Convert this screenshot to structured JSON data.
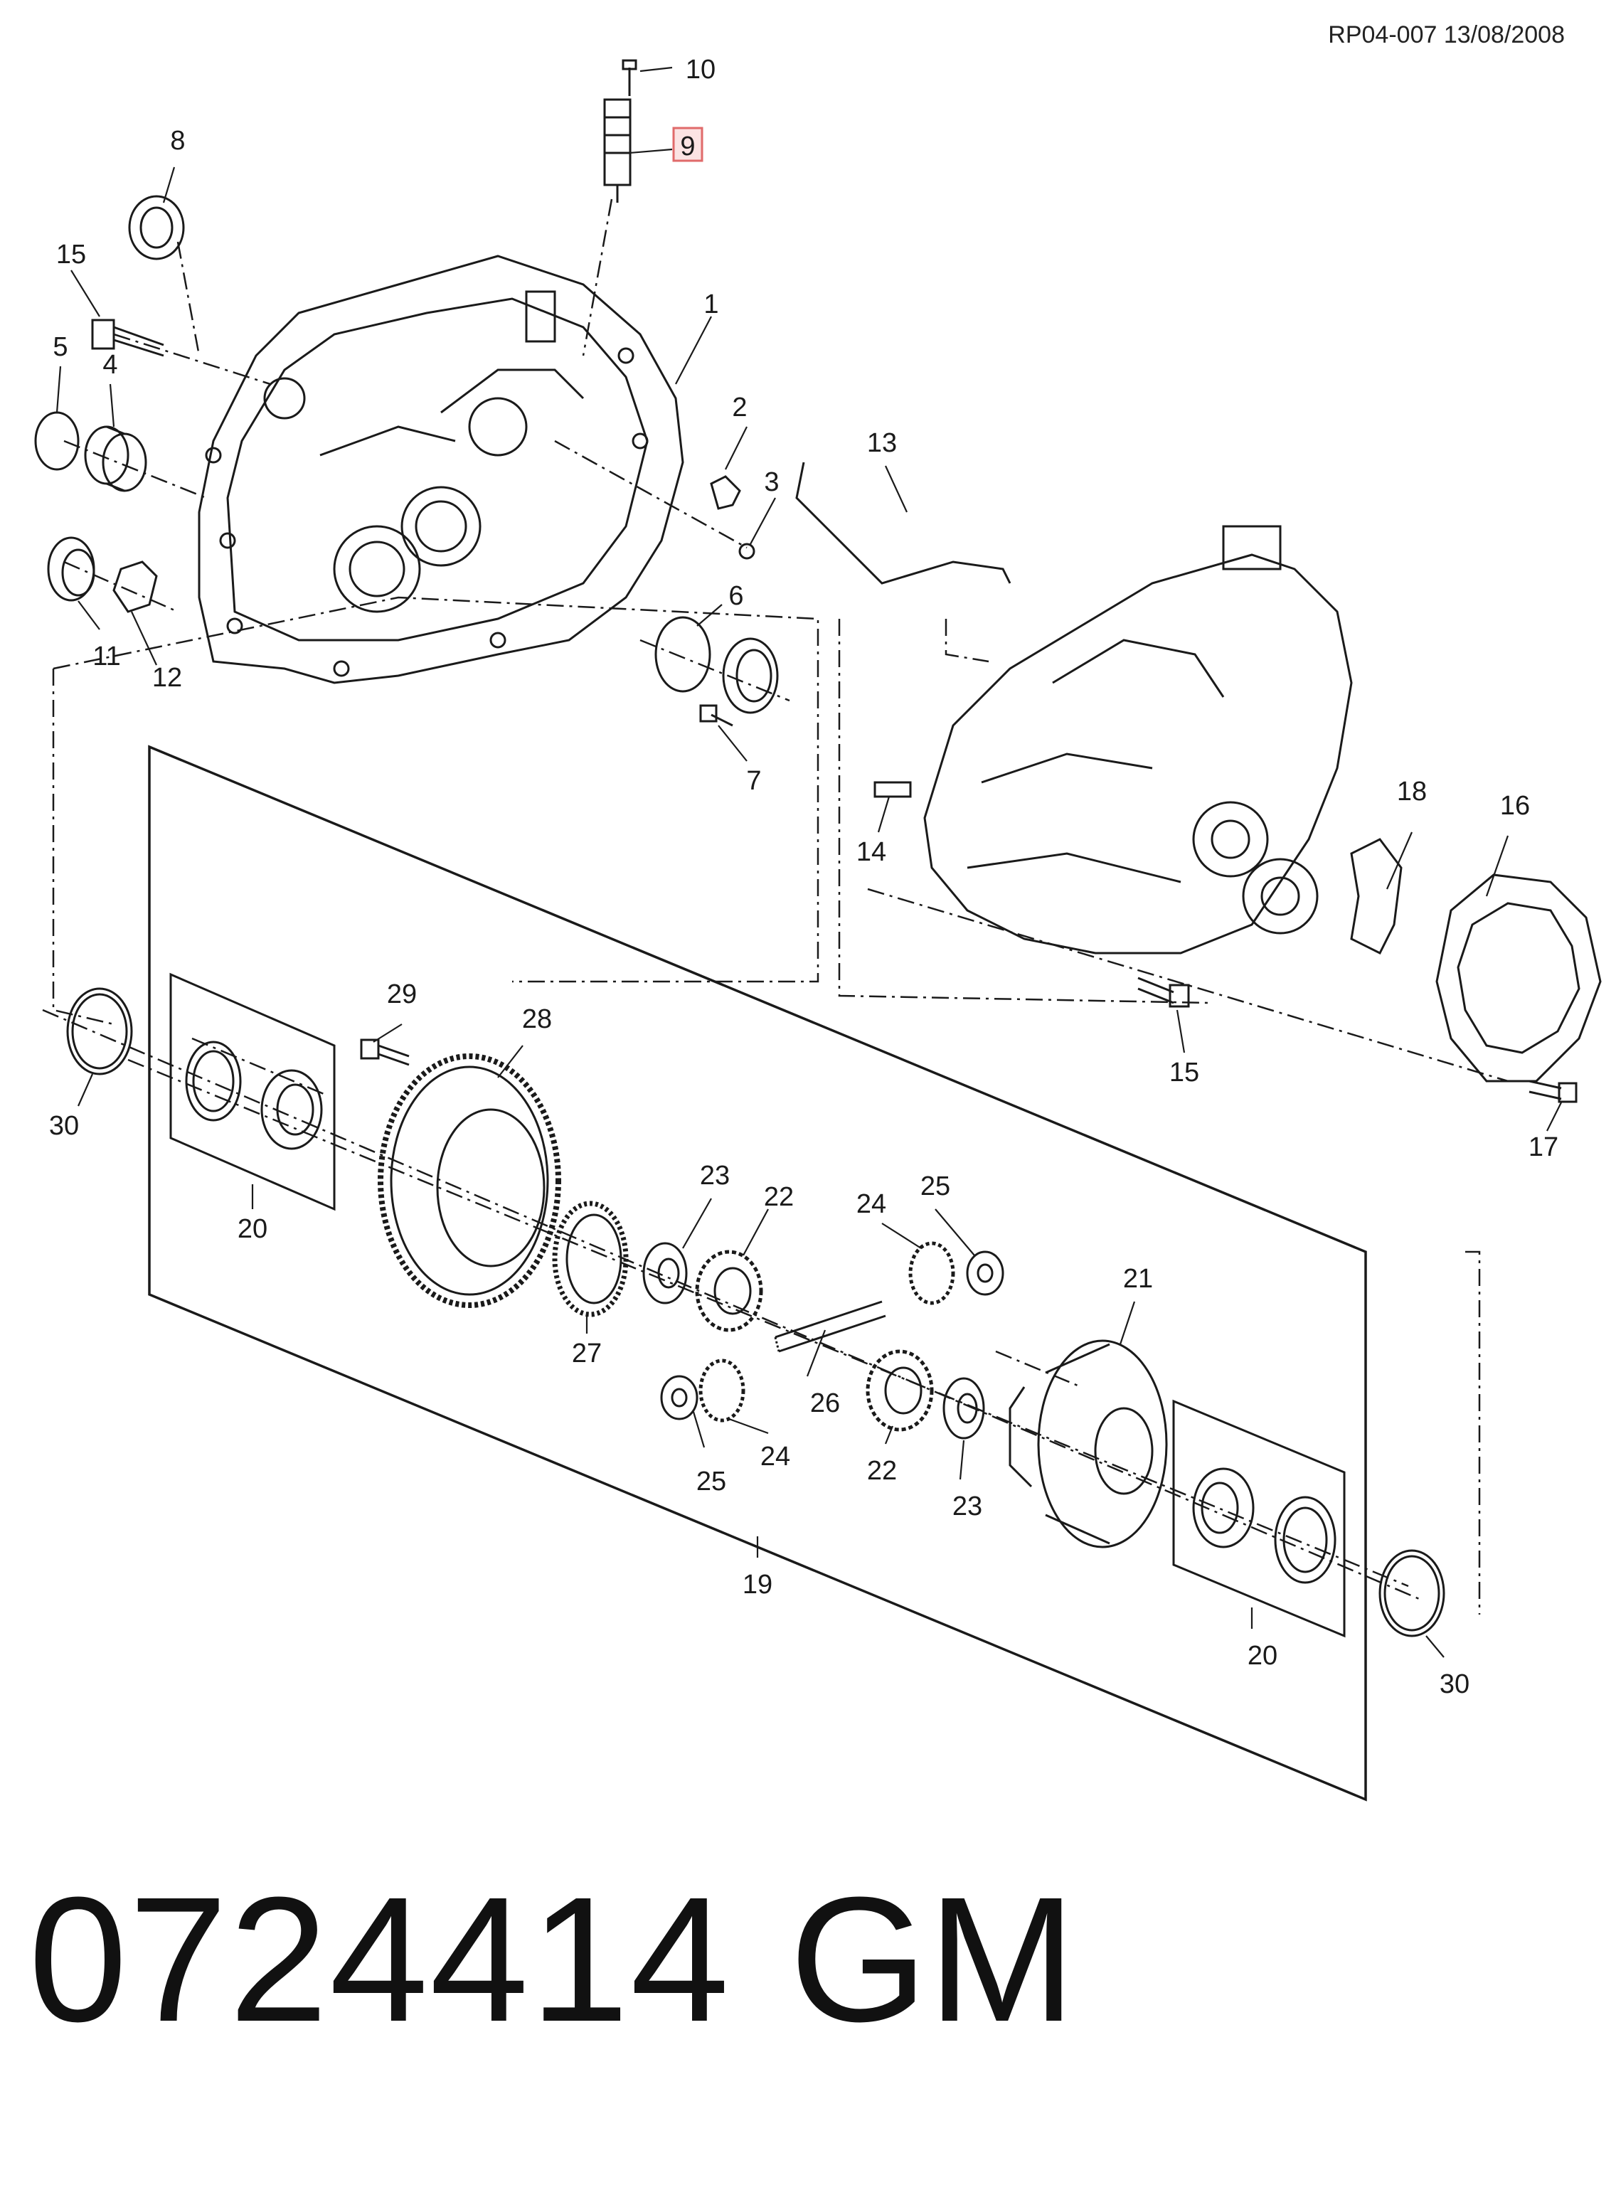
{
  "header": {
    "reference": "RP04-007 13/08/2008"
  },
  "footer": {
    "part_number": "0724414",
    "brand": "GM"
  },
  "callouts": {
    "c1": "1",
    "c2": "2",
    "c3": "3",
    "c4": "4",
    "c5": "5",
    "c6": "6",
    "c7": "7",
    "c8": "8",
    "c9": "9",
    "c10": "10",
    "c11": "11",
    "c12": "12",
    "c13": "13",
    "c14": "14",
    "c15a": "15",
    "c15b": "15",
    "c16": "16",
    "c17": "17",
    "c18": "18",
    "c19": "19",
    "c20a": "20",
    "c20b": "20",
    "c21": "21",
    "c22a": "22",
    "c22b": "22",
    "c23a": "23",
    "c23b": "23",
    "c24a": "24",
    "c24b": "24",
    "c25a": "25",
    "c25b": "25",
    "c26": "26",
    "c27": "27",
    "c28": "28",
    "c29": "29",
    "c30a": "30",
    "c30b": "30"
  },
  "colors": {
    "line": "#1a1a1a",
    "highlight_fill": "#fbe3e3",
    "highlight_stroke": "#e06a6a"
  }
}
